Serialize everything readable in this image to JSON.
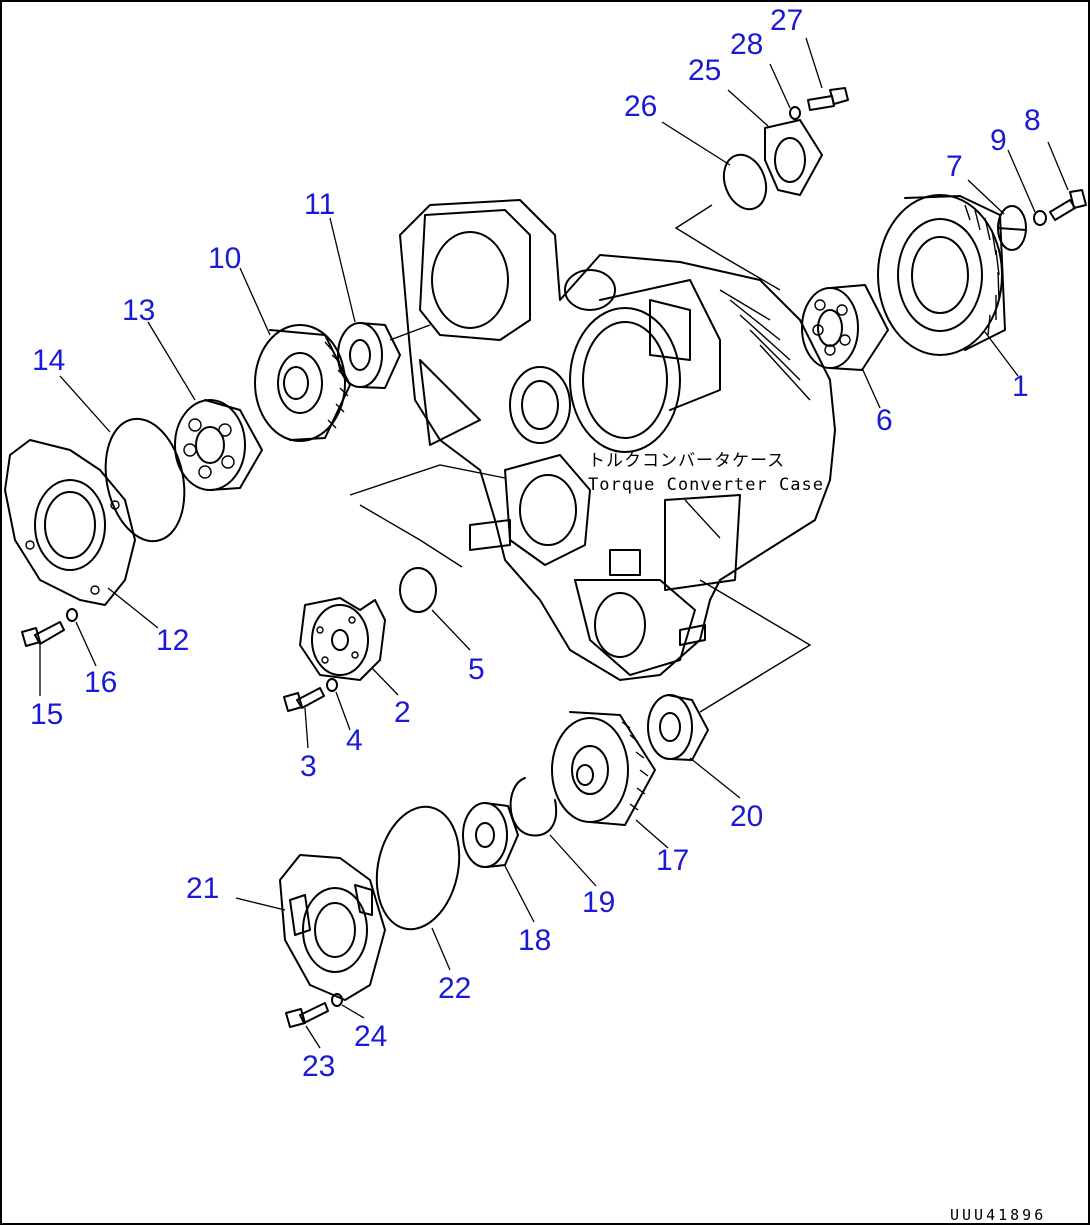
{
  "diagram": {
    "case_label_jp": "トルクコンバータケース",
    "case_label_en": "Torque Converter Case",
    "drawing_number": "UUU41896",
    "callouts": [
      {
        "id": "c1",
        "text": "1"
      },
      {
        "id": "c2",
        "text": "2"
      },
      {
        "id": "c3",
        "text": "3"
      },
      {
        "id": "c4",
        "text": "4"
      },
      {
        "id": "c5",
        "text": "5"
      },
      {
        "id": "c6",
        "text": "6"
      },
      {
        "id": "c7",
        "text": "7"
      },
      {
        "id": "c8",
        "text": "8"
      },
      {
        "id": "c9",
        "text": "9"
      },
      {
        "id": "c10",
        "text": "10"
      },
      {
        "id": "c11",
        "text": "11"
      },
      {
        "id": "c12",
        "text": "12"
      },
      {
        "id": "c13",
        "text": "13"
      },
      {
        "id": "c14",
        "text": "14"
      },
      {
        "id": "c15",
        "text": "15"
      },
      {
        "id": "c16",
        "text": "16"
      },
      {
        "id": "c17",
        "text": "17"
      },
      {
        "id": "c18",
        "text": "18"
      },
      {
        "id": "c19",
        "text": "19"
      },
      {
        "id": "c20",
        "text": "20"
      },
      {
        "id": "c21",
        "text": "21"
      },
      {
        "id": "c22",
        "text": "22"
      },
      {
        "id": "c23",
        "text": "23"
      },
      {
        "id": "c24",
        "text": "24"
      },
      {
        "id": "c25",
        "text": "25"
      },
      {
        "id": "c26",
        "text": "26"
      },
      {
        "id": "c27",
        "text": "27"
      },
      {
        "id": "c28",
        "text": "28"
      }
    ]
  }
}
